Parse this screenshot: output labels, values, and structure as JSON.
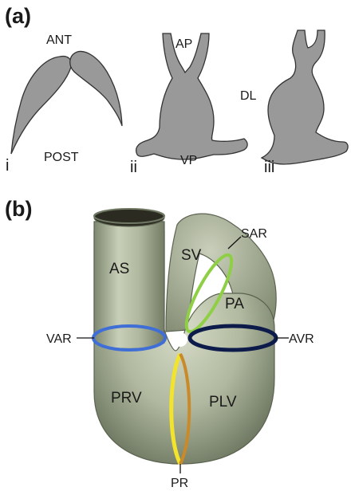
{
  "panel_a": {
    "label": "(a)",
    "stage_i": {
      "numeral": "i",
      "top_label": "ANT",
      "bottom_label": "POST"
    },
    "stage_ii": {
      "numeral": "ii",
      "top_label": "AP",
      "bottom_label": "VP"
    },
    "stage_iii": {
      "numeral": "iii",
      "side_label": "DL"
    }
  },
  "panel_b": {
    "label": "(b)",
    "regions": {
      "as": "AS",
      "sv": "SV",
      "pa": "PA",
      "prv": "PRV",
      "plv": "PLV"
    },
    "rings": {
      "sar": "SAR",
      "var": "VAR",
      "avr": "AVR",
      "pr": "PR"
    }
  },
  "colors": {
    "silhouette": "#999999",
    "tube": "#b3bca3",
    "var_ring": "#3f6fd6",
    "avr_ring": "#0d1b4a",
    "sar_ring": "#8fcf45",
    "pr_ring": "#f2e32c"
  }
}
